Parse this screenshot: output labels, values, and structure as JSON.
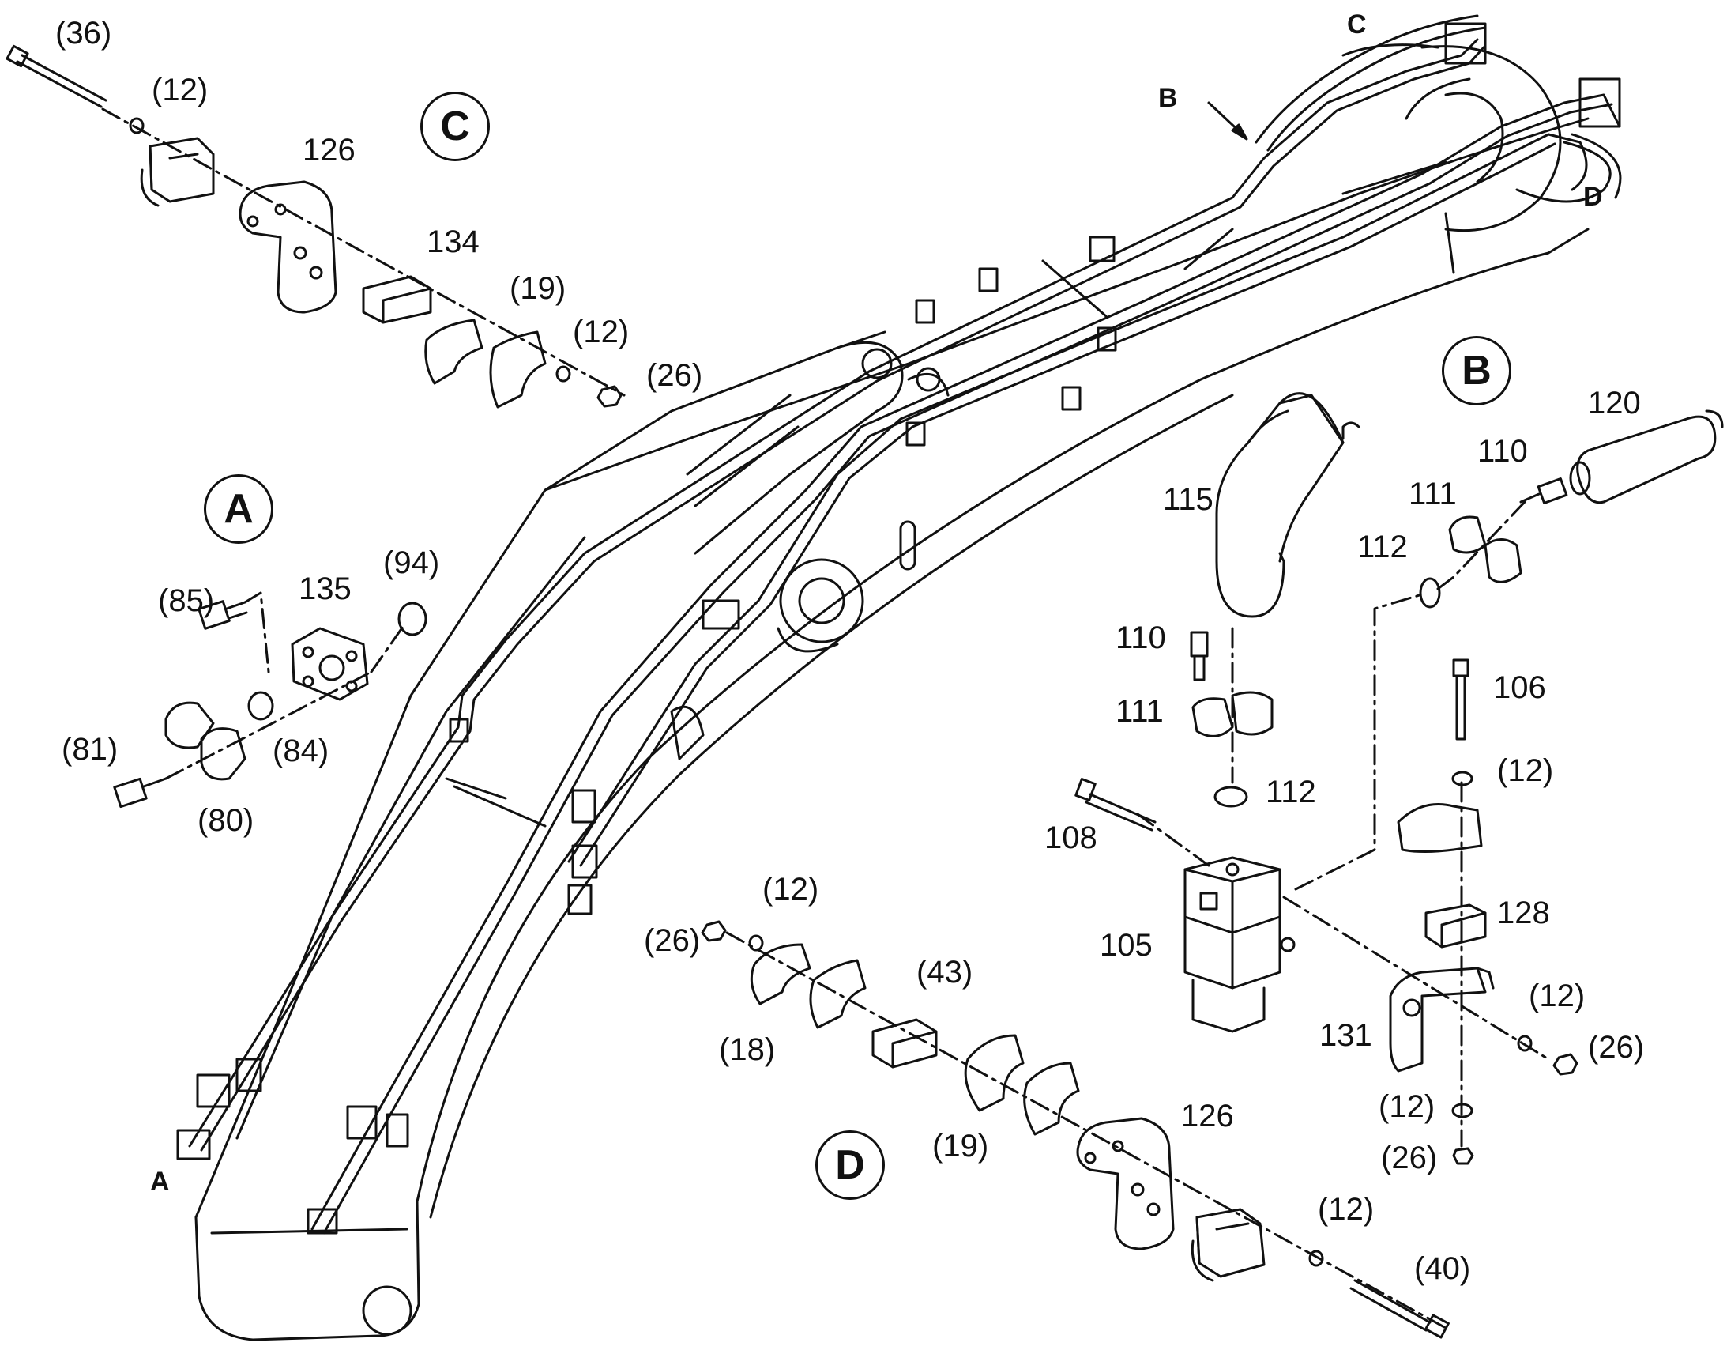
{
  "detail_markers": [
    "C",
    "A",
    "B",
    "D"
  ],
  "boom_letters": [
    "C",
    "B",
    "D",
    "A"
  ],
  "detail_c": {
    "labels": [
      "(36)",
      "(12)",
      "126",
      "134",
      "(19)",
      "(12)",
      "(26)"
    ]
  },
  "detail_a": {
    "labels": [
      "(85)",
      "135",
      "(94)",
      "(81)",
      "(84)",
      "(80)"
    ]
  },
  "detail_b": {
    "labels": [
      "115",
      "110",
      "111",
      "112",
      "120",
      "110",
      "111",
      "112",
      "106",
      "(12)",
      "108",
      "105",
      "128",
      "131",
      "(12)",
      "(26)",
      "(12)",
      "(26)"
    ]
  },
  "detail_d": {
    "labels": [
      "(26)",
      "(12)",
      "(43)",
      "(18)",
      "(19)",
      "126",
      "(12)",
      "(40)"
    ]
  }
}
